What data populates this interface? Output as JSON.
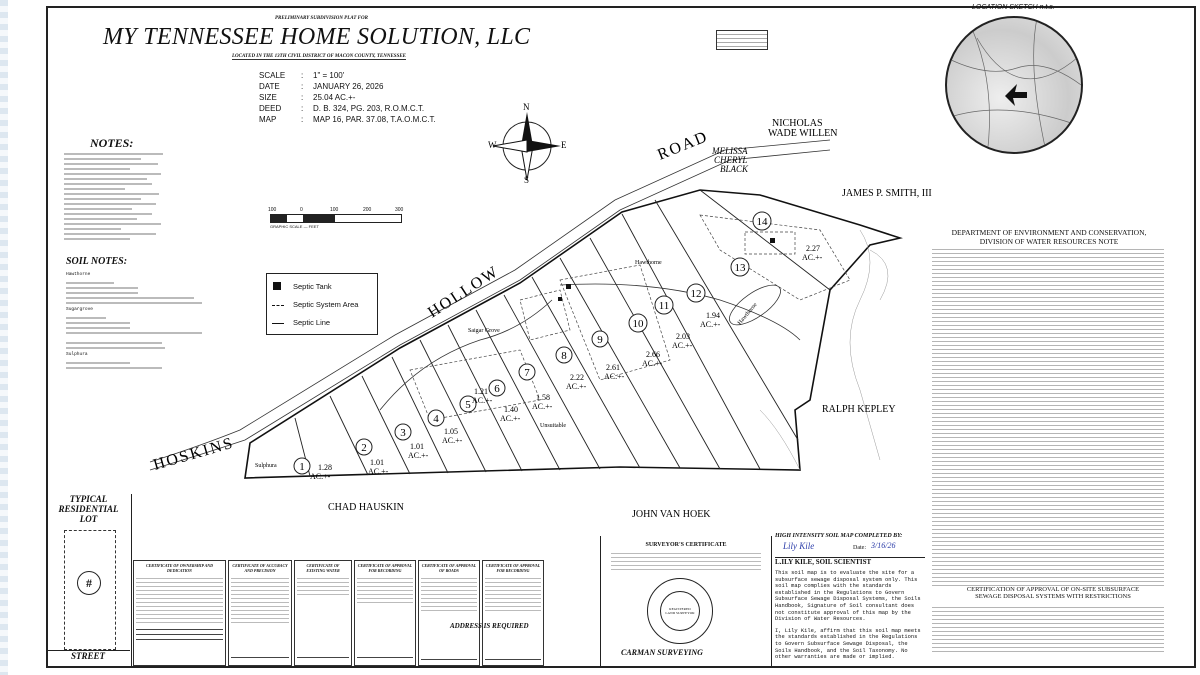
{
  "header": {
    "preliminary": "PRELIMINARY SUBDIVISION PLAT FOR",
    "title": "MY TENNESSEE HOME SOLUTION, LLC",
    "located": "LOCATED IN THE 13TH CIVIL DISTRICT OF MACON COUNTY, TENNESSEE"
  },
  "plat_info": [
    {
      "label": "SCALE",
      "value": "1\" = 100'"
    },
    {
      "label": "DATE",
      "value": "JANUARY 26, 2026"
    },
    {
      "label": "SIZE",
      "value": "25.04 AC.+-"
    },
    {
      "label": "DEED",
      "value": "D. B. 324, PG. 203, R.O.M.C.T."
    },
    {
      "label": "MAP",
      "value": "MAP 16, PAR. 37.08, T.A.O.M.C.T."
    }
  ],
  "compass": {
    "n": "N",
    "s": "S",
    "e": "E",
    "w": "W"
  },
  "scale_bar": {
    "ticks": [
      "100",
      "0",
      "100",
      "200",
      "300"
    ],
    "caption": "GRAPHIC SCALE — FEET"
  },
  "notes": {
    "heading": "NOTES:"
  },
  "soil_notes": {
    "heading": "SOIL NOTES:",
    "hawthorne": "Hawthorne",
    "sugargrove": "Sugargrove",
    "sulphura": "Sulphura"
  },
  "legend": {
    "septic_tank": "Septic Tank",
    "septic_area": "Septic System Area",
    "septic_line": "Septic Line"
  },
  "roads": {
    "road": "ROAD",
    "hollow": "HOLLOW",
    "hoskins": "HOSKINS"
  },
  "neighbors": {
    "melissa_1": "MELISSA",
    "melissa_2": "CHERYL",
    "melissa_3": "BLACK",
    "nicholas_1": "NICHOLAS",
    "nicholas_2": "WADE WILLEN",
    "james": "JAMES P. SMITH, III",
    "ralph": "RALPH KEPLEY",
    "chad": "CHAD HAUSKIN",
    "john": "JOHN VAN HOEK"
  },
  "lots": [
    {
      "num": "1",
      "area": "1.28",
      "ac": "AC.+-"
    },
    {
      "num": "2",
      "area": "1.01",
      "ac": "AC.+-"
    },
    {
      "num": "3",
      "area": "1.01",
      "ac": "AC.+-"
    },
    {
      "num": "4",
      "area": "1.05",
      "ac": "AC.+-"
    },
    {
      "num": "5",
      "area": "1.21",
      "ac": "AC.+-"
    },
    {
      "num": "6",
      "area": "1.40",
      "ac": "AC.+-"
    },
    {
      "num": "7",
      "area": "1.58",
      "ac": "AC.+-"
    },
    {
      "num": "8",
      "area": "2.22",
      "ac": "AC.+-"
    },
    {
      "num": "9",
      "area": "2.61",
      "ac": "AC.+-"
    },
    {
      "num": "10",
      "area": "2.66",
      "ac": "AC.+-"
    },
    {
      "num": "11",
      "area": "2.03",
      "ac": "AC.+-"
    },
    {
      "num": "12",
      "area": "1.94",
      "ac": "AC.+-"
    },
    {
      "num": "13",
      "area": "",
      "ac": ""
    },
    {
      "num": "14",
      "area": "2.27",
      "ac": "AC.+-"
    }
  ],
  "soil_labels": {
    "hawthorne": "Hawthorne",
    "sugar_grove": "Saigar Grove",
    "sulphura": "Sulphura",
    "unsuitable": "Unsuitable",
    "hawthorne_rot": "Hawthorne"
  },
  "typical_lot": {
    "title_1": "TYPICAL",
    "title_2": "RESIDENTIAL",
    "title_3": "LOT",
    "symbol": "#",
    "street": "STREET"
  },
  "location_sketch": {
    "title": "LOCATION SKETCH",
    "nts": "n.t.s."
  },
  "department": {
    "line1": "DEPARTMENT OF ENVIRONMENT AND CONSERVATION,",
    "line2": "DIVISION OF WATER RESOURCES NOTE"
  },
  "soil_map": {
    "heading": "HIGH INTENSITY SOIL MAP COMPLETED BY:",
    "signature": "Lily Kile",
    "date_label": "Date:",
    "date_value": "3/16/26",
    "scientist": "L.ILY KILE, SOIL SCIENTIST",
    "para1": "This soil map is to evaluate the site for a subsurface sewage disposal system only. This soil map complies with the standards established in the Regulations to Govern Subsurface Sewage Disposal Systems, the Soils Handbook, Signature of Soil consultant does not constitute approval of this map by the Division of Water Resources.",
    "para2": "I, Lily Kile, affirm that this soil map meets the standards established in the Regulations to Govern Subsurface Sewage Disposal, the Soils Handbook, and the Soil Taxonomy. No other warranties are made or implied."
  },
  "surveyor": {
    "heading": "SURVEYOR'S CERTIFICATE",
    "company": "CARMAN SURVEYING",
    "address_required": "ADDRESS IS REQUIRED",
    "seal_text": "REGISTERED LAND SURVEYOR"
  },
  "certification": {
    "line1": "CERTIFICATION OF APPROVAL OF ON-SITE SUBSURFACE",
    "line2": "SEWAGE DISPOSAL SYSTEMS WITH RESTRICTIONS"
  },
  "cert_boxes": [
    {
      "title": "CERTIFICATE OF OWNERSHIP AND DEDICATION"
    },
    {
      "title": "CERTIFICATE OF ACCURACY AND PRECISION"
    },
    {
      "title": "CERTIFICATE OF EXISTING WATER"
    },
    {
      "title": "CERTIFICATE OF APPROVAL FOR RECORDING"
    },
    {
      "title": "CERTIFICATE OF APPROVAL OF ROADS"
    },
    {
      "title": "CERTIFICATE OF APPROVAL FOR RECORDING"
    }
  ]
}
